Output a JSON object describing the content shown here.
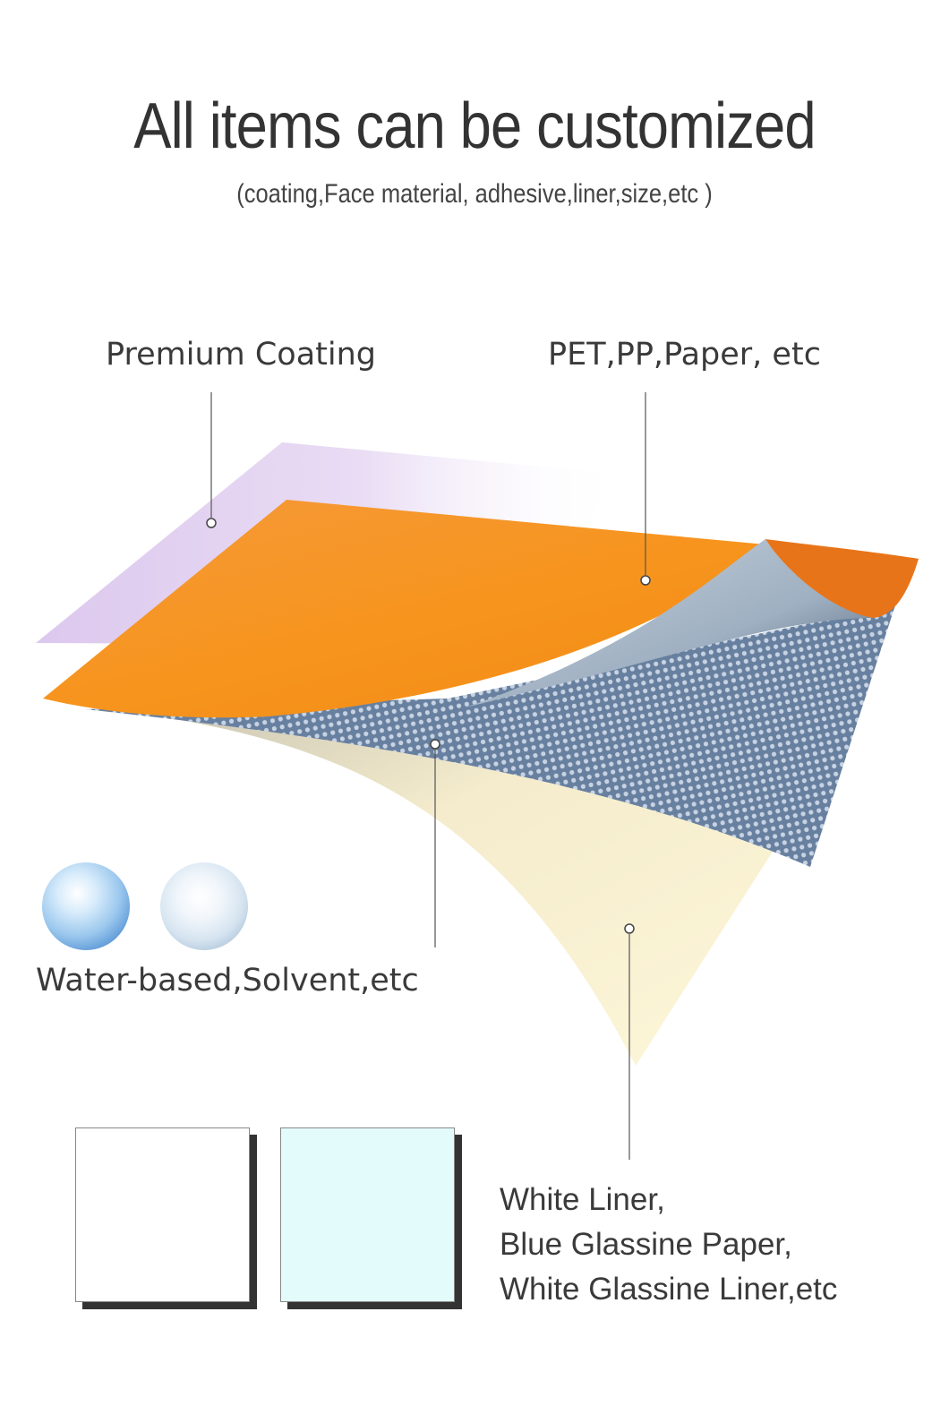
{
  "header": {
    "title": "All items can be customized",
    "subtitle": "(coating,Face material, adhesive,liner,size,etc )"
  },
  "layers": {
    "coating_label": "Premium Coating",
    "face_label": "PET,PP,Paper, etc",
    "adhesive_label": "Water-based,Solvent,etc",
    "liner_lines": [
      "White Liner,",
      "Blue Glassine Paper,",
      "White Glassine Liner,etc"
    ]
  },
  "colors": {
    "coating": "#d9c2ec",
    "face": "#f7941d",
    "adhesive": "#6d86a6",
    "liner": "#fdf4cf",
    "liner_swatch_blue": "#e4fbfc"
  },
  "swatches": [
    "white-liner-swatch",
    "blue-glassine-swatch"
  ],
  "adhesive_icons": [
    "water-droplet-icon",
    "solvent-droplet-icon"
  ]
}
